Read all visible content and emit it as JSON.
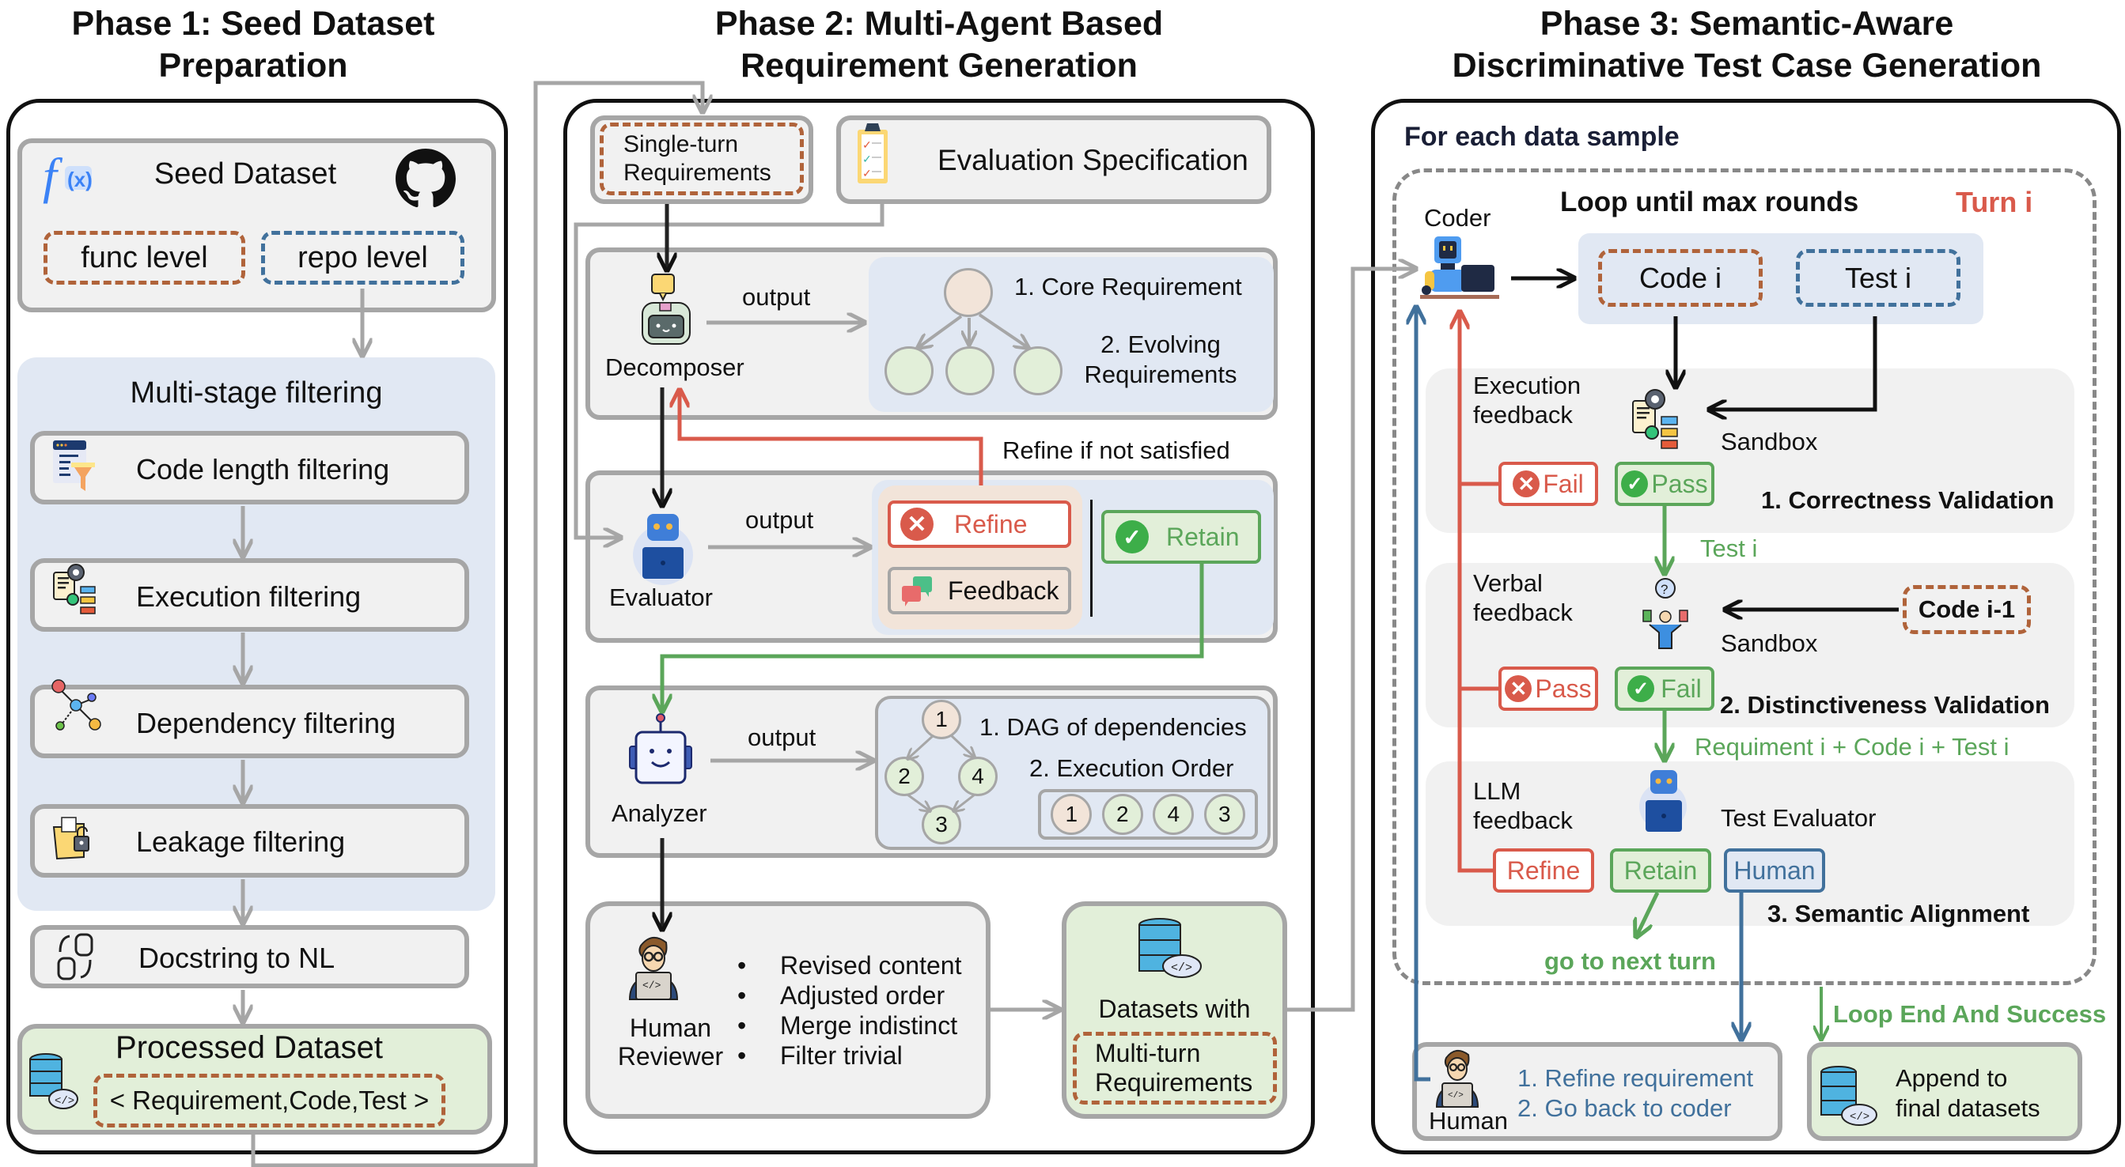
{
  "phase1": {
    "title_line1": "Phase 1: Seed Dataset",
    "title_line2": "Preparation",
    "seed": {
      "label": "Seed Dataset",
      "func_level": "func level",
      "repo_level": "repo level"
    },
    "filtering": {
      "title": "Multi-stage filtering",
      "steps": [
        {
          "label": "Code length filtering",
          "icon": "code-length-filter-icon"
        },
        {
          "label": "Execution filtering",
          "icon": "execution-filter-icon"
        },
        {
          "label": "Dependency filtering",
          "icon": "dependency-graph-icon"
        },
        {
          "label": "Leakage filtering",
          "icon": "leakage-lock-folder-icon"
        }
      ]
    },
    "docstring": "Docstring to NL",
    "processed": {
      "title": "Processed Dataset",
      "tuple": "< Requirement,Code,Test >"
    }
  },
  "phase2": {
    "title_line1": "Phase 2: Multi-Agent Based",
    "title_line2": "Requirement Generation",
    "single_turn_line1": "Single-turn",
    "single_turn_line2": "Requirements",
    "eval_spec": "Evaluation Specification",
    "decomposer": {
      "label": "Decomposer",
      "output": "output",
      "core": "1. Core Requirement",
      "evolving_line1": "2. Evolving",
      "evolving_line2": "Requirements"
    },
    "refine_note": "Refine if not satisfied",
    "evaluator": {
      "label": "Evaluator",
      "output": "output",
      "refine": "Refine",
      "feedback": "Feedback",
      "retain": "Retain"
    },
    "analyzer": {
      "label": "Analyzer",
      "output": "output",
      "dag": "1. DAG of dependencies",
      "exec_order": "2. Execution Order",
      "dag_nodes": [
        "1",
        "2",
        "4",
        "3"
      ],
      "order": [
        "1",
        "2",
        "4",
        "3"
      ]
    },
    "reviewer": {
      "label_line1": "Human",
      "label_line2": "Reviewer",
      "bullets": [
        "Revised content",
        "Adjusted order",
        "Merge indistinct",
        "Filter trivial"
      ]
    },
    "datasets": {
      "line1": "Datasets with",
      "multi_line1": "Multi-turn",
      "multi_line2": "Requirements"
    }
  },
  "phase3": {
    "title_line1": "Phase 3: Semantic-Aware",
    "title_line2": "Discriminative Test Case Generation",
    "for_each": "For each data sample",
    "loop": "Loop until max rounds",
    "turn": "Turn i",
    "coder": "Coder",
    "code_i": "Code i",
    "test_i": "Test i",
    "correctness": {
      "feedback_line1": "Execution",
      "feedback_line2": "feedback",
      "sandbox": "Sandbox",
      "fail": "Fail",
      "pass": "Pass",
      "title": "1. Correctness Validation",
      "edge": "Test i"
    },
    "distinct": {
      "feedback_line1": "Verbal",
      "feedback_line2": "feedback",
      "sandbox": "Sandbox",
      "prev_code": "Code i-1",
      "pass": "Pass",
      "fail": "Fail",
      "title": "2. Distinctiveness Validation",
      "edge": "Requiment i + Code i + Test i"
    },
    "semantic": {
      "feedback_line1": "LLM",
      "feedback_line2": "feedback",
      "evaluator": "Test Evaluator",
      "refine": "Refine",
      "retain": "Retain",
      "human": "Human",
      "title": "3. Semantic Alignment"
    },
    "next_turn": "go to next turn",
    "loop_end": "Loop End And Success",
    "human_box": {
      "label": "Human",
      "step1": "1. Refine requirement",
      "step2": "2. Go back to coder"
    },
    "append": {
      "line1": "Append to",
      "line2": "final datasets"
    }
  },
  "colors": {
    "accent_red": "#d95a4b",
    "accent_green": "#5ba65a",
    "accent_blue": "#41719c",
    "dash_brown": "#b0633a",
    "panel_blue": "#e1e8f3",
    "panel_green": "#e2efd9",
    "panel_gray": "#f1f1f1"
  }
}
